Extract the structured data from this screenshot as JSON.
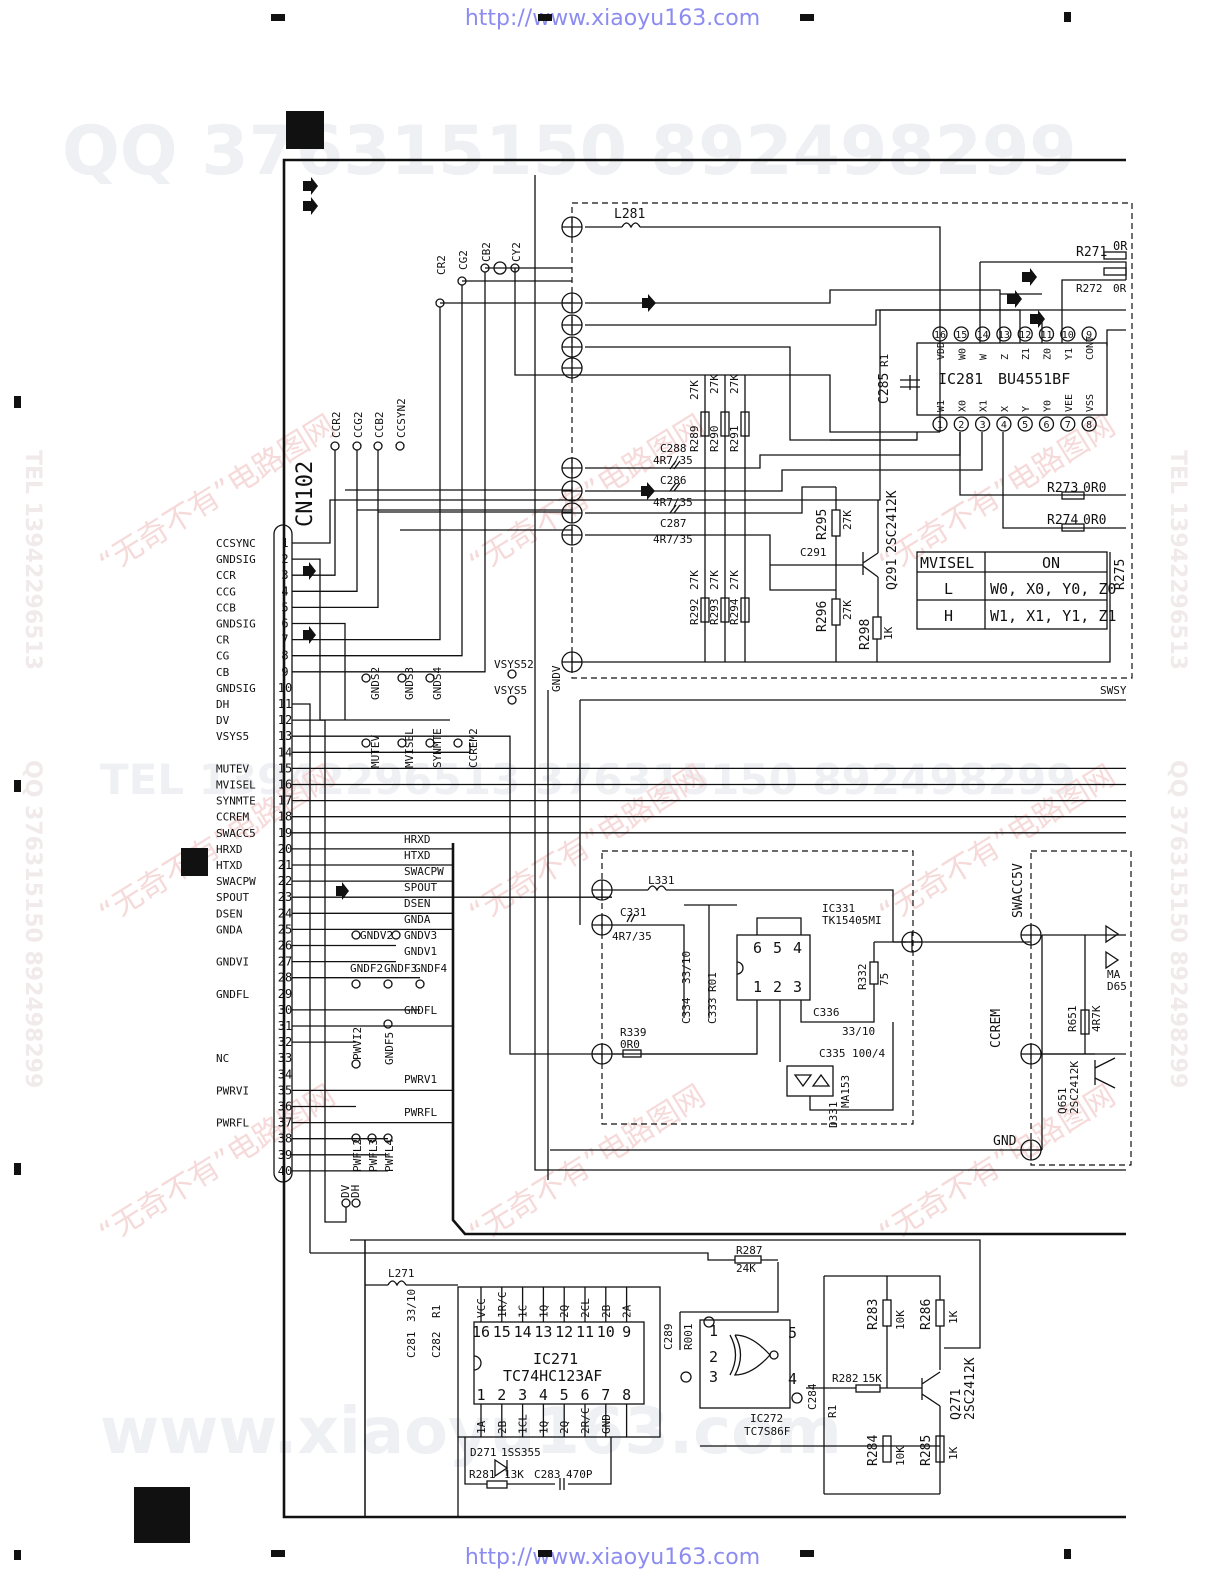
{
  "header_url": "http://www.xiaoyu163.com",
  "footer_url": "http://www.xiaoyu163.com",
  "watermarks": {
    "qq_line": "QQ 376315150   892498299",
    "tel_line": "TEL 13942296513   376315150   892498299",
    "site": "www.xiaoyu163.com",
    "slogan": "“无奇不有”电路图网",
    "side_tel": "TEL 13942296513",
    "side_qq": "QQ 376315150  892498299"
  },
  "connector": {
    "ref": "CN102",
    "pins": [
      {
        "n": "1",
        "name": "CCSYNC"
      },
      {
        "n": "2",
        "name": "GNDSIG"
      },
      {
        "n": "3",
        "name": "CCR"
      },
      {
        "n": "4",
        "name": "CCG"
      },
      {
        "n": "5",
        "name": "CCB"
      },
      {
        "n": "6",
        "name": "GNDSIG"
      },
      {
        "n": "7",
        "name": "CR"
      },
      {
        "n": "8",
        "name": "CG"
      },
      {
        "n": "9",
        "name": "CB"
      },
      {
        "n": "10",
        "name": "GNDSIG"
      },
      {
        "n": "11",
        "name": "DH"
      },
      {
        "n": "12",
        "name": "DV"
      },
      {
        "n": "13",
        "name": "VSYS5"
      },
      {
        "n": "14",
        "name": ""
      },
      {
        "n": "15",
        "name": "MUTEV"
      },
      {
        "n": "16",
        "name": "MVISEL"
      },
      {
        "n": "17",
        "name": "SYNMTE"
      },
      {
        "n": "18",
        "name": "CCREM"
      },
      {
        "n": "19",
        "name": "SWACC5"
      },
      {
        "n": "20",
        "name": "HRXD"
      },
      {
        "n": "21",
        "name": "HTXD"
      },
      {
        "n": "22",
        "name": "SWACPW"
      },
      {
        "n": "23",
        "name": "SPOUT"
      },
      {
        "n": "24",
        "name": "DSEN"
      },
      {
        "n": "25",
        "name": "GNDA"
      },
      {
        "n": "26",
        "name": ""
      },
      {
        "n": "27",
        "name": "GNDVI"
      },
      {
        "n": "28",
        "name": ""
      },
      {
        "n": "29",
        "name": "GNDFL"
      },
      {
        "n": "30",
        "name": ""
      },
      {
        "n": "31",
        "name": ""
      },
      {
        "n": "32",
        "name": ""
      },
      {
        "n": "33",
        "name": "NC"
      },
      {
        "n": "34",
        "name": ""
      },
      {
        "n": "35",
        "name": "PWRVI"
      },
      {
        "n": "36",
        "name": ""
      },
      {
        "n": "37",
        "name": "PWRFL"
      },
      {
        "n": "38",
        "name": ""
      },
      {
        "n": "39",
        "name": ""
      },
      {
        "n": "40",
        "name": ""
      }
    ]
  },
  "top_terminals": [
    "CCR2",
    "CCG2",
    "CCB2",
    "CCSYN2"
  ],
  "top_inputs": [
    "CR2",
    "CG2",
    "CB2",
    "CY2"
  ],
  "bus_labels": [
    "HRXD",
    "HTXD",
    "SWACPW",
    "SPOUT",
    "DSEN",
    "GNDA",
    "GNDV3",
    "GNDV1",
    "GNDFL",
    "PWRV1",
    "PWRFL"
  ],
  "ground_labels": [
    "GNDS2",
    "GNDS3",
    "GNDS4",
    "MUTEV",
    "MVISEL",
    "SYNMTE",
    "CCREM2",
    "GNDV2",
    "GNDF2",
    "GNDF3",
    "GNDF4",
    "PWVI2",
    "GNDF5",
    "PWFL2",
    "PWFL3",
    "PWFL4",
    "DV",
    "DH"
  ],
  "net_labels": {
    "vsys52": "VSYS52",
    "vsys5": "VSYS5",
    "gndv": "GNDV",
    "swsy": "SWSY",
    "swacc5v": "SWACC5V",
    "ccrem": "CCREM",
    "gnd": "GND"
  },
  "ic281": {
    "ref": "IC281",
    "part": "BU4551BF",
    "top_pins": [
      {
        "n": "16",
        "name": "VDD"
      },
      {
        "n": "15",
        "name": "W0"
      },
      {
        "n": "14",
        "name": "W"
      },
      {
        "n": "13",
        "name": "Z"
      },
      {
        "n": "12",
        "name": "Z1"
      },
      {
        "n": "11",
        "name": "Z0"
      },
      {
        "n": "10",
        "name": "Y1"
      },
      {
        "n": "9",
        "name": "CONT"
      }
    ],
    "bot_pins": [
      {
        "n": "1",
        "name": "W1"
      },
      {
        "n": "2",
        "name": "X0"
      },
      {
        "n": "3",
        "name": "X1"
      },
      {
        "n": "4",
        "name": "X"
      },
      {
        "n": "5",
        "name": "Y"
      },
      {
        "n": "6",
        "name": "Y0"
      },
      {
        "n": "7",
        "name": "VEE"
      },
      {
        "n": "8",
        "name": "VSS"
      }
    ]
  },
  "truth_table": {
    "headers": [
      "MVISEL",
      "ON"
    ],
    "rows": [
      [
        "L",
        "W0, X0, Y0, Z0"
      ],
      [
        "H",
        "W1, X1, Y1, Z1"
      ]
    ]
  },
  "ic331": {
    "ref": "IC331",
    "part": "TK15405MI",
    "pins": [
      "6",
      "5",
      "4",
      "1",
      "2",
      "3"
    ]
  },
  "ic271": {
    "ref": "IC271",
    "part": "TC74HC123AF",
    "top_names": [
      "VCC",
      "1R/C",
      "1C",
      "1Q",
      "2Q",
      "2CL",
      "2B",
      "2A"
    ],
    "top_nums": [
      "16",
      "15",
      "14",
      "13",
      "12",
      "11",
      "10",
      "9"
    ],
    "bot_nums": [
      "1",
      "2",
      "3",
      "4",
      "5",
      "6",
      "7",
      "8"
    ],
    "bot_names": [
      "1A",
      "2B",
      "1CL",
      "1Q",
      "2Q",
      "2R/C",
      "GND",
      ""
    ]
  },
  "ic272": {
    "ref": "IC272",
    "part": "TC7S86F",
    "pins": [
      "1",
      "2",
      "3",
      "4",
      "5"
    ]
  },
  "components": {
    "L281": "L281",
    "R271": "R271",
    "R271v": "0R",
    "R272": "R272",
    "R272v": "0R",
    "C285": "C285",
    "C285v": "R1",
    "R289": "R289",
    "R290": "R290",
    "R291": "R291",
    "R289v": "27K",
    "R290v": "27K",
    "R291v": "27K",
    "C288": "C288",
    "C288v": "4R7/35",
    "C286": "C286",
    "C286v": "4R7/35",
    "C287": "C287",
    "C287v": "4R7/35",
    "R292": "R292",
    "R293": "R293",
    "R294": "R294",
    "R292v": "27K",
    "R293v": "27K",
    "R294v": "27K",
    "R295": "R295",
    "R295v": "27K",
    "R296": "R296",
    "R296v": "27K",
    "R298": "R298",
    "R298v": "1K",
    "C291": "C291",
    "Q291": "Q291",
    "Q291v": "2SC2412K",
    "R273": "R273",
    "R273v": "0R0",
    "R274": "R274",
    "R274v": "0R0",
    "R275": "R275",
    "L331": "L331",
    "C331": "C331",
    "C331v": "4R7/35",
    "C334": "C334",
    "C334v": "33/10",
    "C333": "C333",
    "C333v": "R01",
    "R332": "R332",
    "R332v": "75",
    "C336": "C336",
    "C336v": "33/10",
    "C335": "C335",
    "C335v": "100/4",
    "R339": "R339",
    "R339v": "0R0",
    "D331": "D331",
    "D331v": "MA153",
    "MA": "MA",
    "D65": "D65",
    "R651": "R651",
    "R651v": "4R7K",
    "Q651": "Q651",
    "Q651v": "2SC2412K",
    "L271": "L271",
    "C281": "C281",
    "C281v": "33/10",
    "C282": "C282",
    "C282v": "R1",
    "C289": "C289",
    "R001": "R001",
    "R287": "R287",
    "R287v": "24K",
    "R283": "R283",
    "R283v": "10K",
    "R286": "R286",
    "R286v": "1K",
    "R282": "R282",
    "R282v": "15K",
    "C284": "C284",
    "C284v": "R1",
    "Q271": "Q271",
    "Q271v": "2SC2412K",
    "R284": "R284",
    "R284v": "10K",
    "R285": "R285",
    "R285v": "1K",
    "D271": "D271",
    "D271v": "1SS355",
    "R281": "R281",
    "R281v": "13K",
    "C283": "C283",
    "C283v": "470P"
  }
}
